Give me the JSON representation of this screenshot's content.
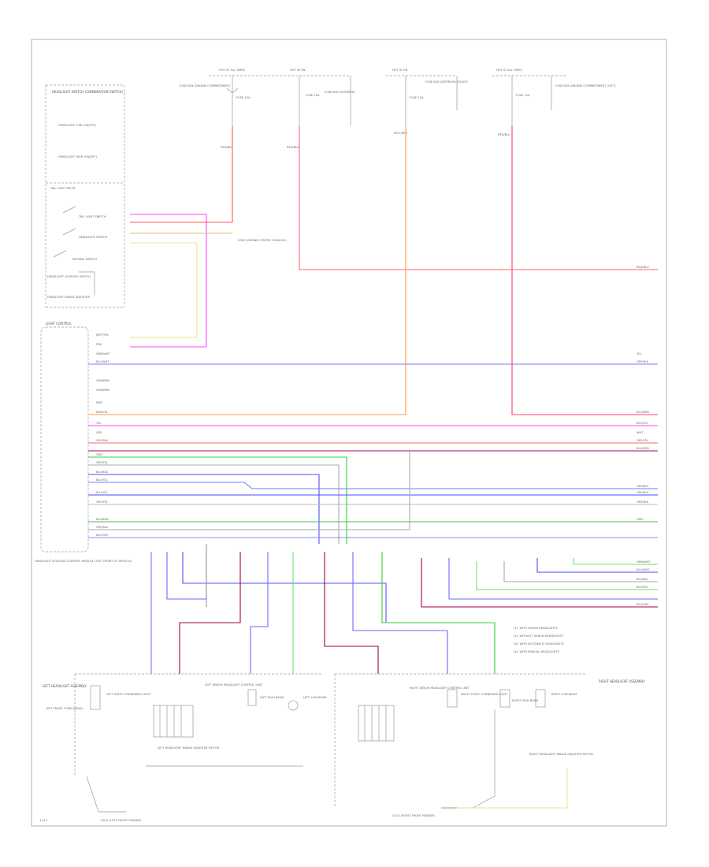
{
  "diagram": {
    "top_fuses": [
      {
        "hot": "HOT AT ALL TIMES",
        "fuse": "FUSE 10A",
        "box": "FUSE BOX (ENGINE COMPARTMENT)",
        "wire": "RED/BLU"
      },
      {
        "hot": "HOT IN ON",
        "fuse": "FUSE 10A",
        "box": "FUSE BOX (INTERIOR)",
        "wire": "RED/BLK"
      },
      {
        "hot": "HOT IN ON",
        "fuse": "FUSE 10A",
        "box": "FUSE BOX (INTERIOR) (RIGHT)",
        "wire": "WHT/RED"
      },
      {
        "hot": "HOT AT ALL TIMES",
        "fuse": "FUSE 15A",
        "box": "FUSE BOX (ENGINE COMPARTMENT) (LEFT)",
        "wire": "RED/BLU"
      }
    ],
    "switch_panel": {
      "title": "HEADLIGHT SWITCH (COMBINATION SWITCH)",
      "items": [
        "HEADLIGHT LOW (ON/OFF)",
        "HEADLIGHT HIGH (ON/OFF)",
        "TAIL LIGHT RELAY",
        "TAIL LIGHT SWITCH",
        "HEADLIGHT SWITCH",
        "PASSING SWITCH",
        "HEADLIGHT LEVELING SWITCH",
        "HEADLIGHT RANGE ADJUSTER"
      ]
    },
    "ecu": {
      "title": "LIGHT CONTROL",
      "caption": "HEADLIGHT LEVELING CONTROL MODULE (LEFT FRONT OF VEHICLE)"
    },
    "ground_top": "G301 (BEHIND CENTER CONSOLE)",
    "left_wire_labels": [
      "WHT/YEL",
      "PNK",
      "GRN/WHT",
      "BLU/WHT",
      "ORN/BRN",
      "ORN/BRN",
      "WHT",
      "RED/YEL",
      "YEL",
      "GRY",
      "GRY/BLK",
      "GRN",
      "GRY/YEL",
      "BLU/BLK",
      "BLU/YEL",
      "BLU/YEL",
      "GRY/YEL",
      "BLU/BRN",
      "GRY/BLU",
      "BLU/GRY"
    ],
    "right_wire_labels": [
      "GRN/WHT",
      "BLU/WHT",
      "RED/BLU",
      "YEL",
      "GRY/BLK",
      "BLU/BRN",
      "BLU/YEL",
      "GRY/YEL",
      "BLU/BRN",
      "WHT",
      "GRY/BLU",
      "GRY/BLU",
      "GRN",
      "GRY/BLK",
      "BLU/BLU",
      "BLU/YEL",
      "BLU/GRY"
    ],
    "notes": [
      "(1): WITH XENON HEADLIGHTS",
      "(2): WITHOUT XENON HEADLIGHTS",
      "(3): WITH AUTOMATIC HEADLIGHTS",
      "(4): WITH MANUAL HEADLIGHTS"
    ],
    "left_assembly": {
      "title": "LEFT HEADLIGHT ASSEMBLY",
      "parts": [
        "LEFT XENON HEADLIGHT CONTROL UNIT",
        "LEFT STATIC CORNERING LIGHT",
        "LEFT HIGH BEAM",
        "LEFT LOW BEAM",
        "LEFT FRONT TURN SIGNAL"
      ],
      "motor": "LEFT HEADLIGHT RANGE ADJUSTER MOTOR",
      "ground": "G101 (LEFT FRONT FENDER)"
    },
    "right_assembly": {
      "title": "RIGHT HEADLIGHT ASSEMBLY",
      "parts": [
        "RIGHT XENON HEADLIGHT CONTROL UNIT",
        "RIGHT STATIC CORNERING LIGHT",
        "RIGHT HIGH BEAM",
        "RIGHT LOW BEAM"
      ],
      "motor": "RIGHT HEADLIGHT RANGE ADJUSTER MOTOR",
      "ground": "G102 (RIGHT FRONT FENDER)"
    },
    "page_tag": "1 of 2"
  }
}
